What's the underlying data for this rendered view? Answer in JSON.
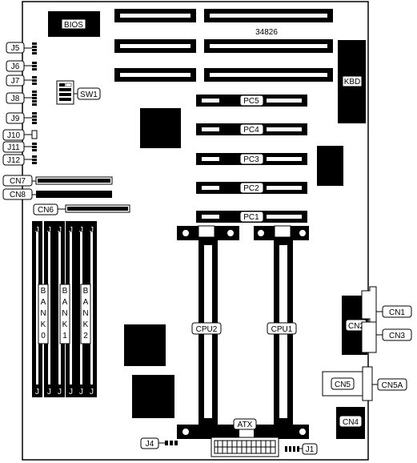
{
  "board": {
    "bios_label": "BIOS",
    "model_number": "34826",
    "kbd_label": "KBD",
    "sw1_label": "SW1",
    "atx_label": "ATX",
    "jumpers": {
      "j1": "J1",
      "j4": "J4",
      "j5": "J5",
      "j6": "J6",
      "j7": "J7",
      "j8": "J8",
      "j9": "J9",
      "j10": "J10",
      "j11": "J11",
      "j12": "J12"
    },
    "connectors": {
      "cn1": "CN1",
      "cn2": "CN2",
      "cn3": "CN3",
      "cn4": "CN4",
      "cn5": "CN5",
      "cn5a": "CN5A",
      "cn6": "CN6",
      "cn7": "CN7",
      "cn8": "CN8"
    },
    "pci_slots": {
      "pc1": "PC1",
      "pc2": "PC2",
      "pc3": "PC3",
      "pc4": "PC4",
      "pc5": "PC5"
    },
    "cpu_slots": {
      "cpu1": "CPU1",
      "cpu2": "CPU2"
    },
    "memory_banks": {
      "bank0": [
        "B",
        "A",
        "N",
        "K",
        "0"
      ],
      "bank1": [
        "B",
        "A",
        "N",
        "K",
        "1"
      ],
      "bank2": [
        "B",
        "A",
        "N",
        "K",
        "2"
      ]
    },
    "dimm_pin_label": "J"
  }
}
